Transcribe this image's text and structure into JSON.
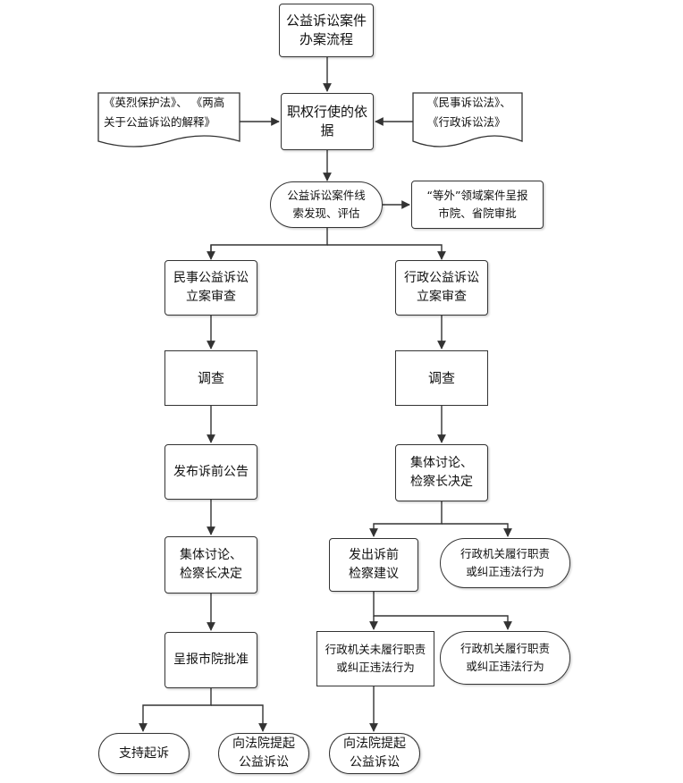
{
  "nodes": {
    "title": "公益诉讼案件\n办案流程",
    "basis": "职权行使的依据",
    "doc_left": "《英烈保护法》、 《两高\n关于公益诉讼的解释》",
    "doc_right": "《民事诉讼法》、\n《行政诉讼法》",
    "clue": "公益诉讼案件线\n索发现、评估",
    "dengwai": "“等外”领域案件呈报\n市院、省院审批",
    "civil_review": "民事公益诉讼\n立案审查",
    "admin_review": "行政公益诉讼\n立案审查",
    "civil_investigate": "调查",
    "admin_investigate": "调查",
    "civil_notice": "发布诉前公告",
    "admin_discuss": "集体讨论、\n检察长决定",
    "civil_discuss": "集体讨论、\n检察长决定",
    "admin_suggest": "发出诉前\n检察建议",
    "admin_fulfill_1": "行政机关履行职责\n或纠正违法行为",
    "civil_report": "呈报市院批准",
    "admin_not_fulfill": "行政机关未履行职责\n或纠正违法行为",
    "admin_fulfill_2": "行政机关履行职责\n或纠正违法行为",
    "civil_support": "支持起诉",
    "civil_sue": "向法院提起\n公益诉讼",
    "admin_sue": "向法院提起\n公益诉讼"
  },
  "colors": {
    "line": "#333333",
    "border": "#333333",
    "text": "#111111"
  }
}
